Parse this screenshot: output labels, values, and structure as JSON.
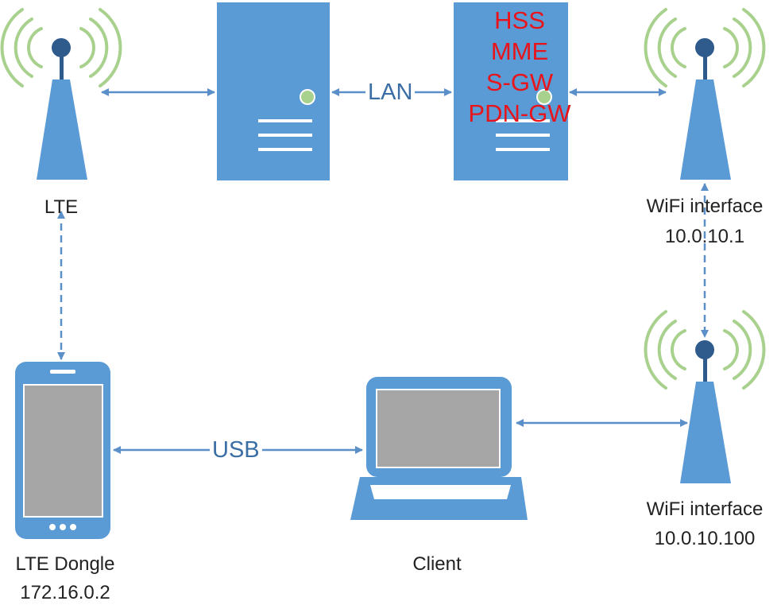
{
  "colors": {
    "device_blue": "#5b9bd5",
    "dark_blue": "#2e5a8c",
    "arrow_blue": "#5b8fc7",
    "signal_green": "#a9d18e",
    "screen_gray": "#a6a6a6",
    "led_green": "#a9d18e",
    "epc_text_red": "#e8141b"
  },
  "nodes": {
    "lte_tower": {
      "label": "LTE",
      "icon": "antenna-icon"
    },
    "server_left": {
      "icon": "server-icon"
    },
    "server_epc": {
      "icon": "server-icon",
      "functions": [
        "HSS",
        "MME",
        "S-GW",
        "PDN-GW"
      ]
    },
    "wifi_tower_top": {
      "label_line1": "WiFi interface",
      "label_line2": "10.0.10.1",
      "icon": "antenna-icon"
    },
    "wifi_tower_bottom": {
      "label_line1": "WiFi interface",
      "label_line2": "10.0.10.100",
      "icon": "antenna-icon"
    },
    "lte_dongle": {
      "label_line1": "LTE Dongle",
      "label_line2": "172.16.0.2",
      "icon": "smartphone-icon"
    },
    "client": {
      "label": "Client",
      "icon": "laptop-icon"
    }
  },
  "links": {
    "lan": "LAN",
    "usb": "USB"
  }
}
